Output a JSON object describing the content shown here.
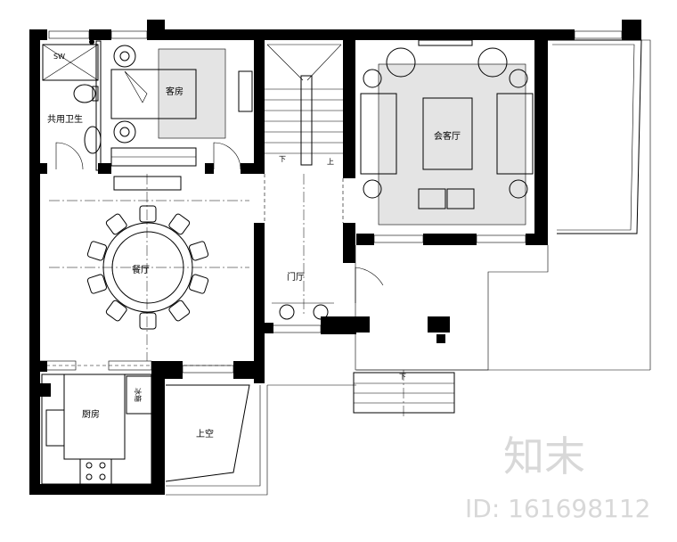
{
  "rooms": {
    "guest_room": "客房",
    "shared_bathroom": "共用卫生",
    "dining_room": "餐厅",
    "foyer": "门厅",
    "living_room": "会客厅",
    "kitchen": "厨房",
    "open_to_below": "上空",
    "fridge": "冰箱"
  },
  "marks": {
    "shower": "SW",
    "stair_up": "上",
    "stair_down": "下",
    "entry_down": "下"
  },
  "watermark": {
    "brand": "知末",
    "id_text": "ID: 161698112"
  }
}
